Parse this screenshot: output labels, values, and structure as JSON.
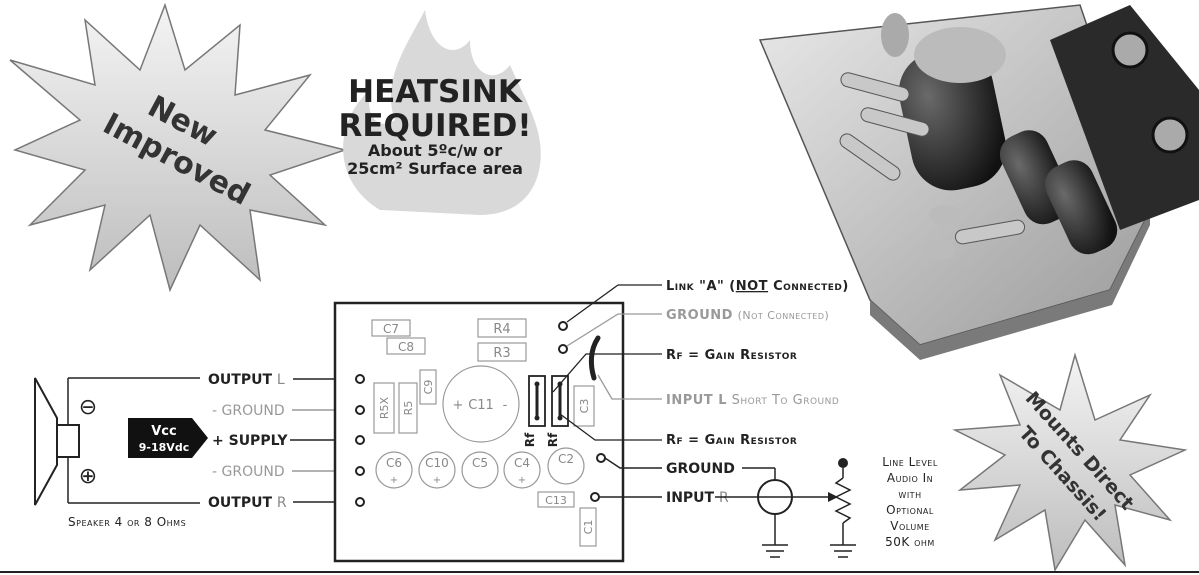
{
  "starburst_left": {
    "line1": "New",
    "line2": "Improved"
  },
  "heatsink": {
    "line1": "HEATSINK",
    "line2": "REQUIRED!",
    "line3": "About 5ºc/w or",
    "line4": "25cm² Surface area"
  },
  "starburst_right": {
    "line1": "Mounts Direct",
    "line2": "To Chassis!"
  },
  "vcc_box": {
    "line1": "Vcc",
    "line2": "9-18Vdc"
  },
  "left_labels": {
    "output_l": "OUTPUT",
    "output_l_suffix": "L",
    "ground_1": "- GROUND",
    "supply": "+ SUPPLY",
    "ground_2": "- GROUND",
    "output_r": "OUTPUT",
    "output_r_suffix": "R"
  },
  "speaker_label": "Speaker 4 or 8 Ohms",
  "speaker_minus": "⊖",
  "speaker_plus": "⊕",
  "right_labels": {
    "link_a_1": "Link \"A\" (",
    "link_a_not": "NOT",
    "link_a_2": " Connected)",
    "ground_nc": "GROUND",
    "ground_nc_suffix": "(Not Connected)",
    "rf_top": "Rf = Gain Resistor",
    "input_l": "INPUT L",
    "input_l_suffix": "Short To Ground",
    "rf_bottom": "Rf = Gain Resistor",
    "ground": "GROUND",
    "input_r": "INPUT",
    "input_r_suffix": "R"
  },
  "line_level": {
    "l1": "Line Level",
    "l2": "Audio In",
    "l3": "with",
    "l4": "Optional",
    "l5": "Volume",
    "l6": "50K ohm"
  },
  "components": {
    "c7": "C7",
    "c8": "C8",
    "r4": "R4",
    "r3": "R3",
    "r5x": "R5X",
    "r5": "R5",
    "c9": "C9",
    "c11": "C11",
    "c11_plus": "+",
    "c11_minus": "-",
    "c3": "C3",
    "c6": "C6",
    "c10": "C10",
    "c5": "C5",
    "c4": "C4",
    "c2": "C2",
    "c13": "C13",
    "c1": "C1",
    "rf1": "Rf",
    "rf2": "Rf",
    "cap_plus": "+"
  }
}
